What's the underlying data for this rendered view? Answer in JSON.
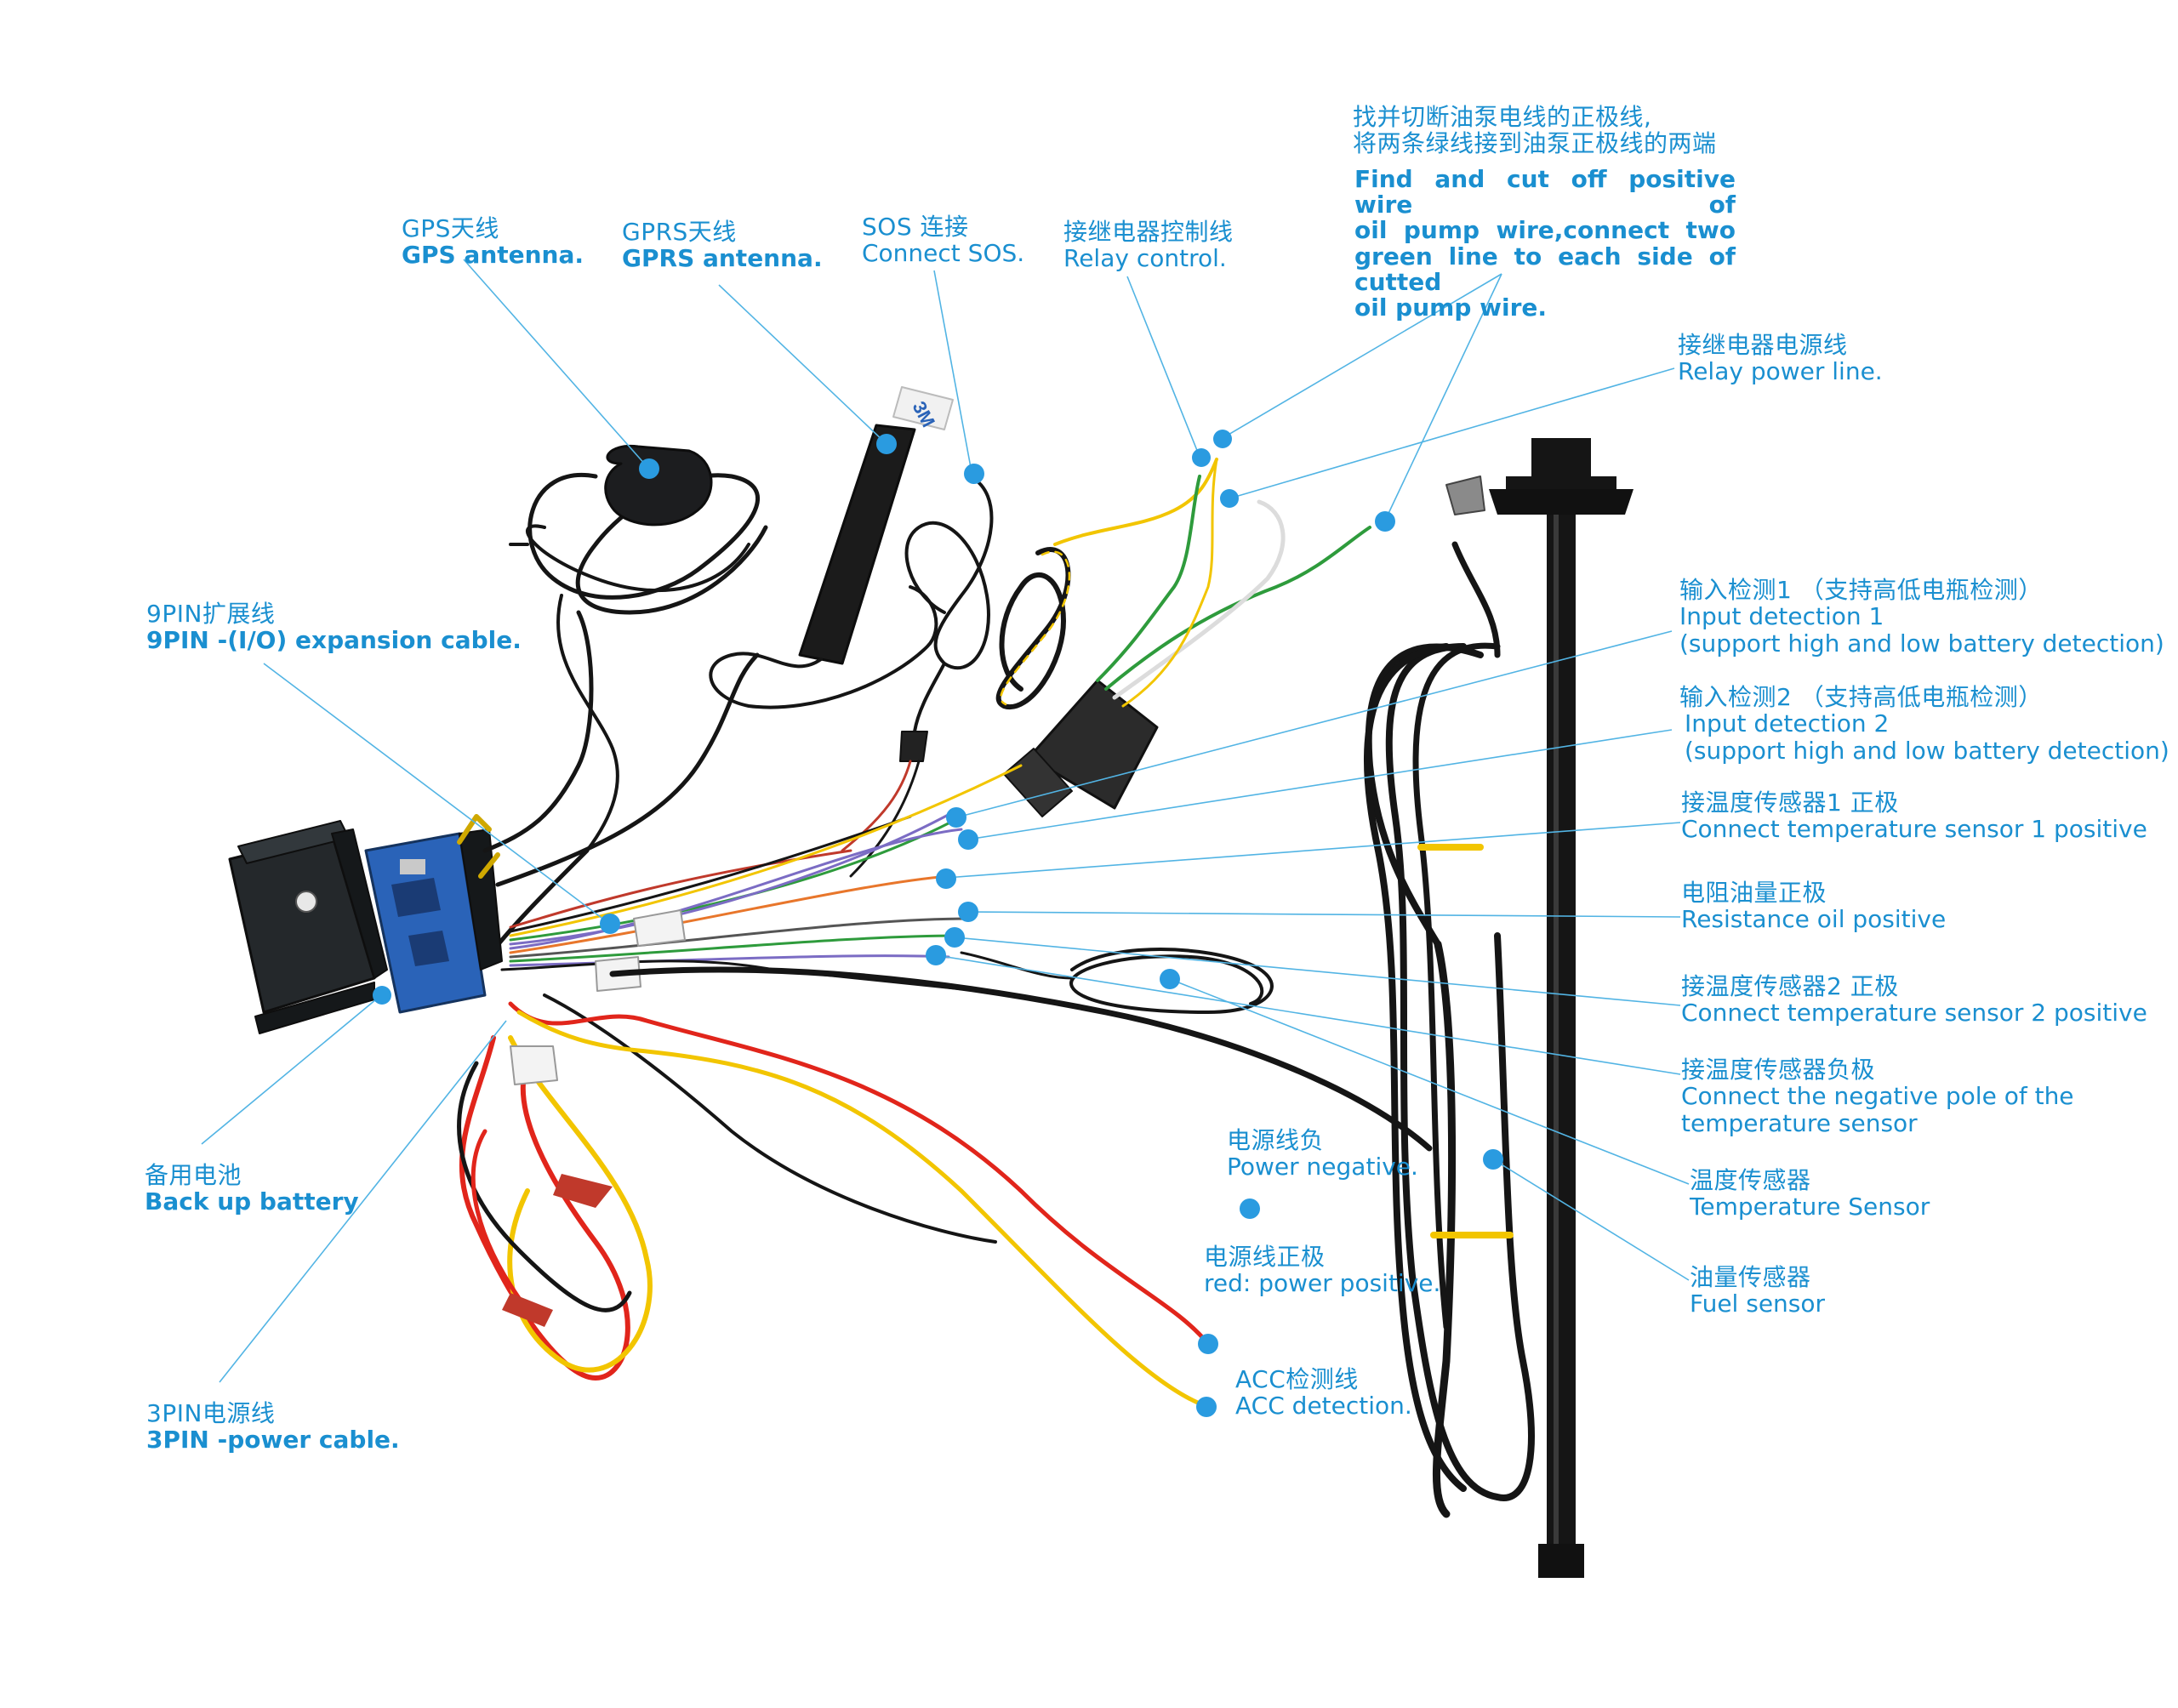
{
  "colors": {
    "label": "#1a8fd0",
    "leader": "#52b4e4",
    "dot": "#2a9be0",
    "cable_black": "#151515",
    "wire_red": "#e1251b",
    "wire_yellow": "#f2c500",
    "wire_green": "#2e9b3c",
    "wire_white": "#f3f3f3",
    "wire_orange": "#e8762b",
    "wire_purple": "#7b6cc4",
    "device_case": "#1f2326",
    "pcb_blue": "#2a63b8"
  },
  "labels": {
    "gps_antenna": {
      "zh": "GPS天线",
      "en": "GPS antenna."
    },
    "gprs_antenna": {
      "zh": "GPRS天线",
      "en": "GPRS antenna."
    },
    "sos": {
      "zh": "SOS 连接",
      "en": "Connect SOS."
    },
    "relay_control": {
      "zh": "接继电器控制线",
      "en": "Relay control."
    },
    "oil_pump": {
      "zh1": "找并切断油泵电线的正极线,",
      "zh2": "将两条绿线接到油泵正极线的两端",
      "en1": "Find and cut off positive wire of",
      "en2": "oil pump wire,connect two",
      "en3": "green line to each side of cutted",
      "en4": "oil pump wire."
    },
    "relay_power": {
      "zh": "接继电器电源线",
      "en": "Relay power line."
    },
    "expansion": {
      "zh": "9PIN扩展线",
      "en": "9PIN -(I/O) expansion cable."
    },
    "input1": {
      "zh": "输入检测1 （支持高低电瓶检测）",
      "en1": "Input detection 1",
      "en2": "(support high and low battery detection)"
    },
    "input2": {
      "zh": "输入检测2 （支持高低电瓶检测）",
      "en1": "Input detection 2",
      "en2": "(support high and low battery detection)"
    },
    "temp1": {
      "zh": "接温度传感器1 正极",
      "en": "Connect temperature sensor 1 positive"
    },
    "resistance_oil": {
      "zh": "电阻油量正极",
      "en": "Resistance oil positive"
    },
    "temp2": {
      "zh": "接温度传感器2 正极",
      "en": "Connect temperature sensor 2 positive"
    },
    "temp_negative": {
      "zh": "接温度传感器负极",
      "en1": "Connect the negative pole of the",
      "en2": "temperature sensor"
    },
    "temp_sensor": {
      "zh": "温度传感器",
      "en": "Temperature Sensor"
    },
    "fuel_sensor": {
      "zh": "油量传感器",
      "en": "Fuel sensor"
    },
    "backup_battery": {
      "zh": "备用电池",
      "en": "Back up battery"
    },
    "power_negative": {
      "zh": "电源线负",
      "en": "Power negative."
    },
    "power_positive": {
      "zh": "电源线正极",
      "en": "red: power positive."
    },
    "acc": {
      "zh": "ACC检测线",
      "en": "ACC detection."
    },
    "power_cable": {
      "zh": "3PIN电源线",
      "en": "3PIN -power cable."
    }
  },
  "device": {
    "antenna_tag": "3M"
  }
}
